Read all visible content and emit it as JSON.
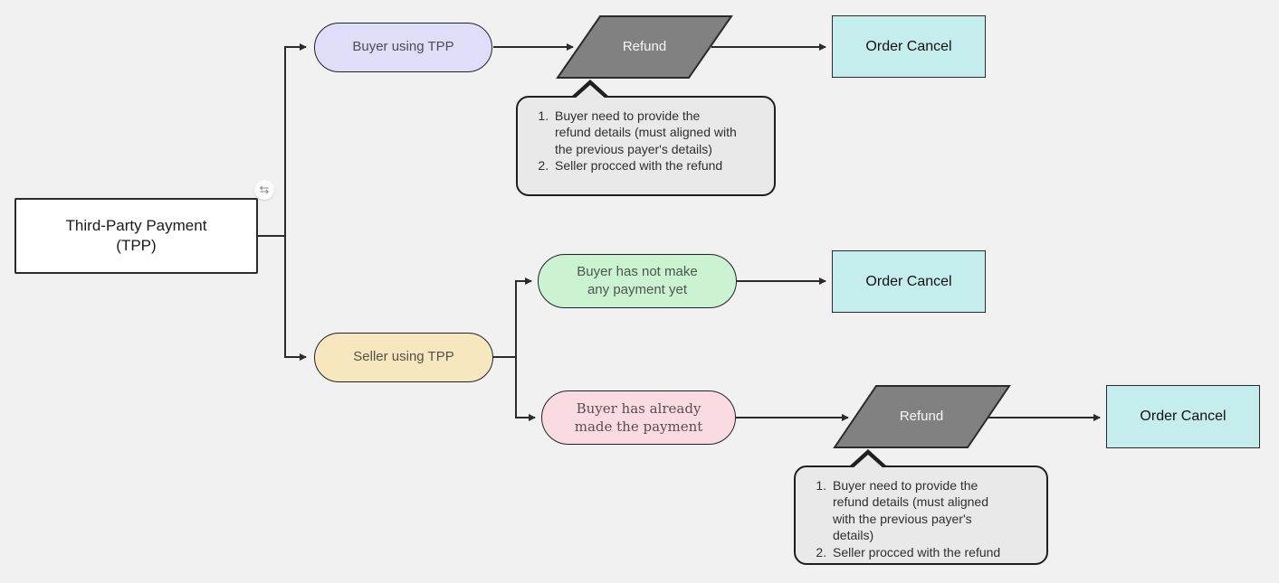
{
  "diagram": {
    "root": {
      "label": "Third-Party Payment\n(TPP)"
    },
    "badge_icon": {
      "name": "swap-arrows",
      "glyph": "⇆"
    },
    "branches": {
      "buyer": {
        "label": "Buyer using TPP"
      },
      "seller": {
        "label": "Seller using TPP"
      }
    },
    "conditions": {
      "no_payment": {
        "label": "Buyer has not make\nany payment yet"
      },
      "paid": {
        "label": "Buyer has already\nmade the payment"
      }
    },
    "processes": {
      "refund_buyer_flow": {
        "label": "Refund"
      },
      "refund_seller_flow": {
        "label": "Refund"
      }
    },
    "terminals": {
      "order_cancel_1": {
        "label": "Order Cancel"
      },
      "order_cancel_2": {
        "label": "Order Cancel"
      },
      "order_cancel_3": {
        "label": "Order Cancel"
      }
    },
    "notes": {
      "refund_note_1": {
        "items": [
          "Buyer need to provide the refund details (must aligned with the previous payer's details)",
          "Seller procced with the refund"
        ]
      },
      "refund_note_2": {
        "items": [
          "Buyer need to provide the refund details (must aligned with the previous payer's details)",
          "Seller procced with the refund"
        ]
      }
    },
    "colors": {
      "background": "#f2f1f1",
      "root_fill": "#ffffff",
      "buyer_fill": "#dfddf8",
      "seller_fill": "#f7e7be",
      "no_payment_fill": "#cbf2d1",
      "paid_fill": "#fadbe2",
      "refund_fill": "#818181",
      "terminal_fill": "#c6edee",
      "note_fill": "#e9e9e9",
      "stroke": "#2b2b2b"
    }
  }
}
